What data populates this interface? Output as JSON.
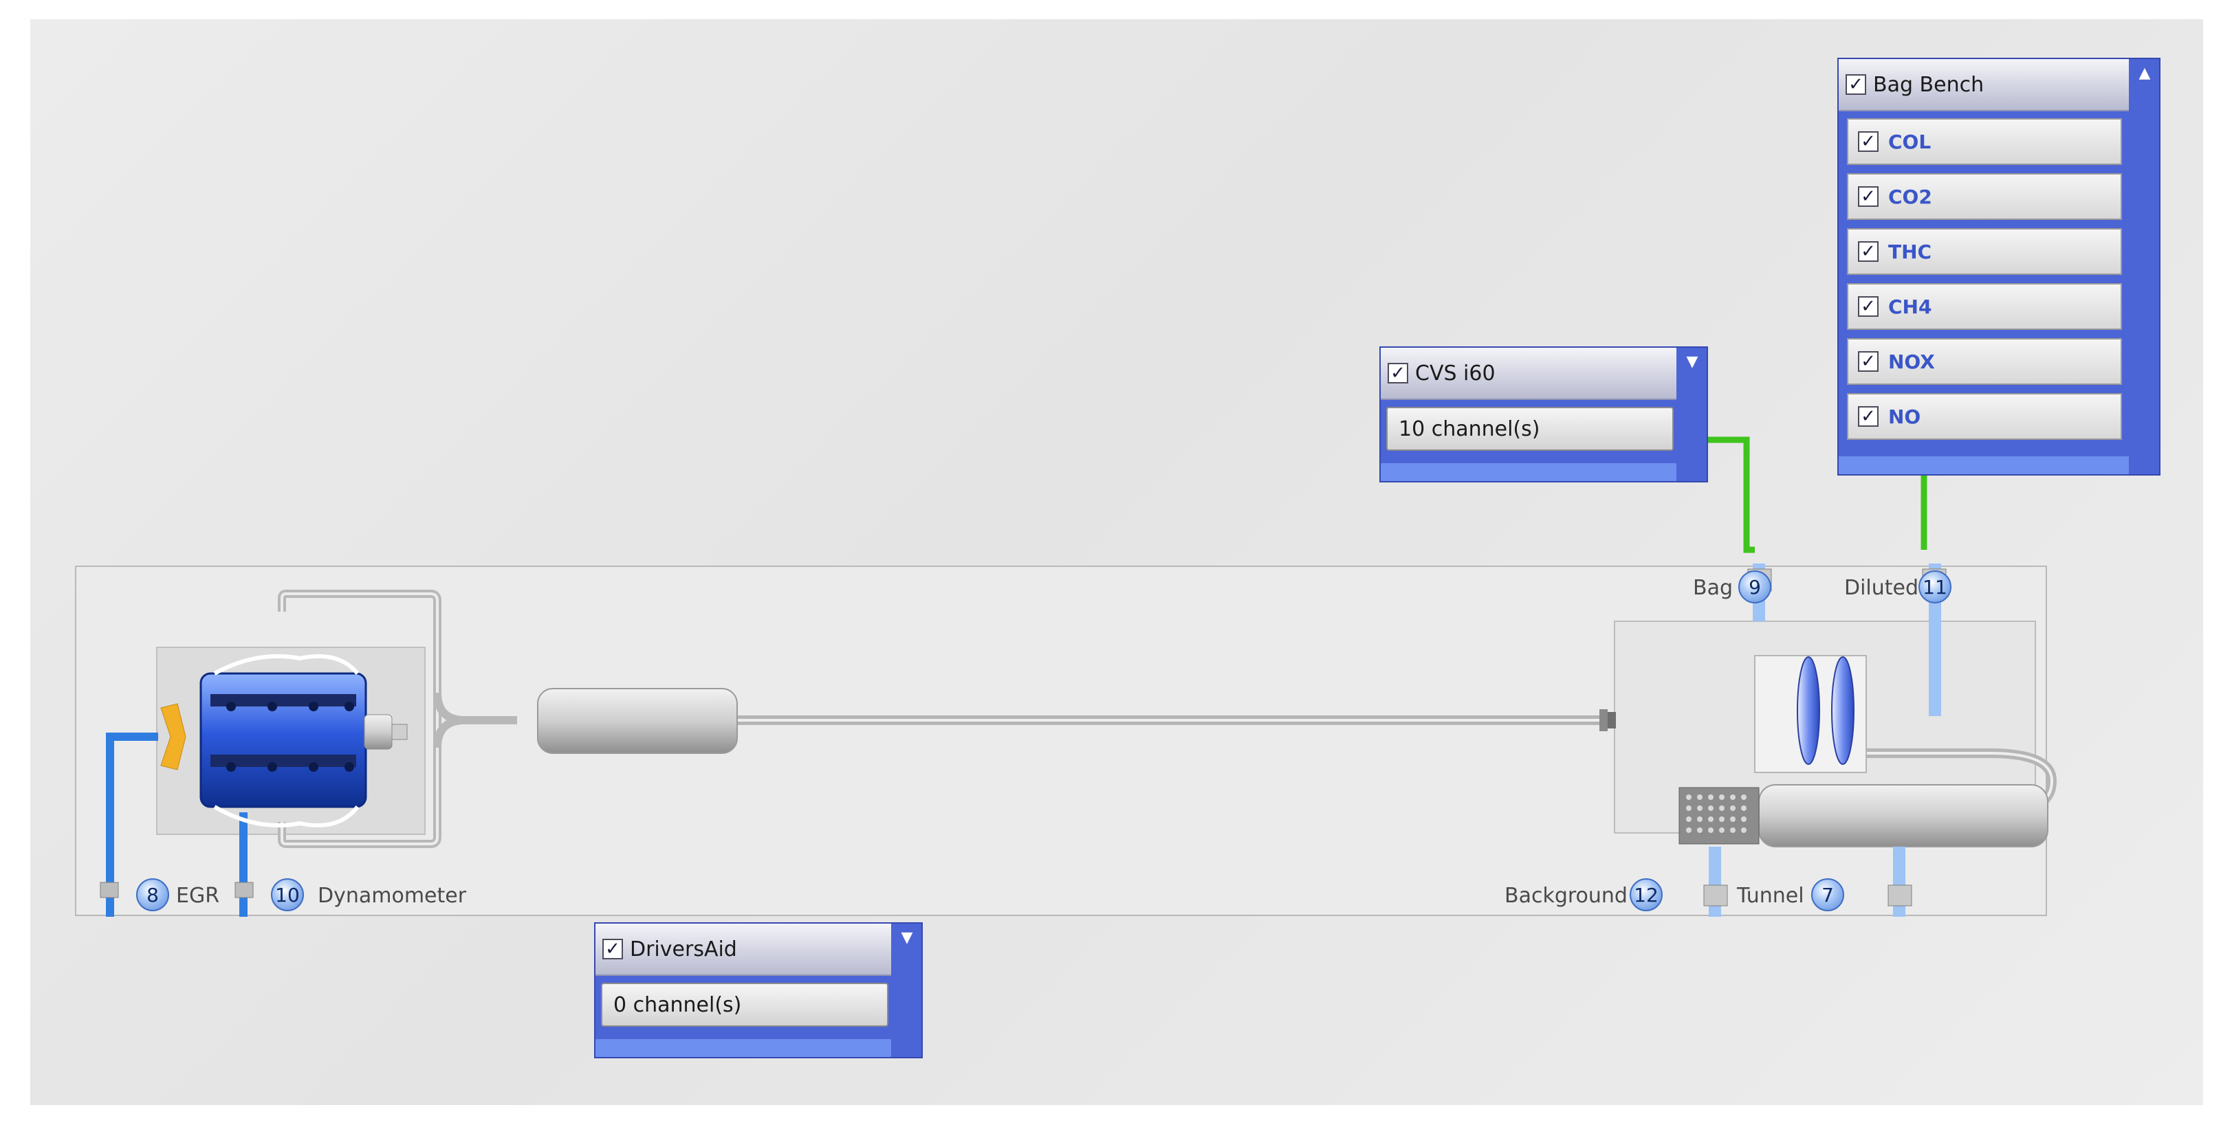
{
  "ports": [
    {
      "id": "egr",
      "label": "EGR",
      "number": "8"
    },
    {
      "id": "dynamometer",
      "label": "Dynamometer",
      "number": "10"
    },
    {
      "id": "bag",
      "label": "Bag",
      "number": "9"
    },
    {
      "id": "diluted",
      "label": "Diluted",
      "number": "11"
    },
    {
      "id": "background",
      "label": "Background",
      "number": "12"
    },
    {
      "id": "tunnel",
      "label": "Tunnel",
      "number": "7"
    }
  ],
  "cvs_panel": {
    "title": "CVS i60",
    "checked": true,
    "channels": "10 channel(s)"
  },
  "drivers_aid_panel": {
    "title": "DriversAid",
    "checked": true,
    "channels": "0 channel(s)"
  },
  "bag_bench_panel": {
    "title": "Bag Bench",
    "checked": true,
    "items": [
      {
        "label": "COL",
        "checked": true
      },
      {
        "label": "CO2",
        "checked": true
      },
      {
        "label": "THC",
        "checked": true
      },
      {
        "label": "CH4",
        "checked": true
      },
      {
        "label": "NOX",
        "checked": true
      },
      {
        "label": "NO",
        "checked": true
      }
    ]
  },
  "icons": {
    "checkbox": "check-icon",
    "collapse": "triangle-up-icon",
    "expand": "triangle-down-icon"
  },
  "colors": {
    "panel_blue": "#4b64d6",
    "signal_green": "#3fc31d",
    "pipe_blue": "#2f7de0",
    "badge_blue": "#6f9ae8"
  }
}
